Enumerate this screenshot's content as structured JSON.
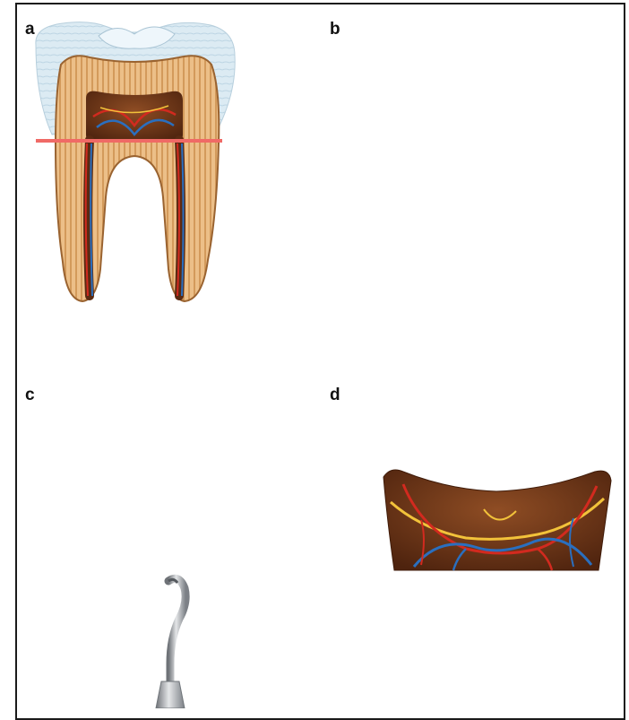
{
  "figure": {
    "panels": [
      {
        "label": "a"
      },
      {
        "label": "b"
      },
      {
        "label": "c"
      },
      {
        "label": "d"
      }
    ],
    "colors": {
      "enamel": "#cfe3ee",
      "dentin": "#e8b57a",
      "dentin_stripe": "#c98e50",
      "pulp": "#6b3417",
      "pulp_light": "#8a4a22",
      "artery": "#d22a1f",
      "vein": "#2a6fbf",
      "nerve": "#f2c23a",
      "cut_line": "#f06a66",
      "instrument": "#a7abb0"
    },
    "icons": [
      "molar-tooth-icon",
      "pulp-tissue-icon",
      "dental-excavator-icon"
    ]
  }
}
